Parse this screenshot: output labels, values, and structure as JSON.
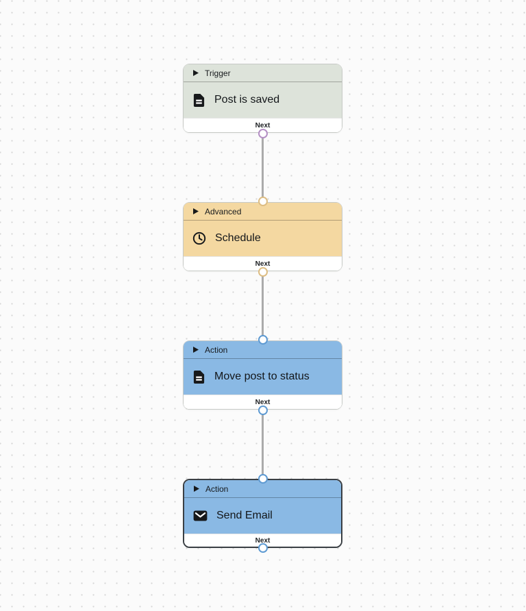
{
  "canvas": {
    "background_color": "#fbfbfb",
    "dot_color": "#d6d6d6",
    "edge_color": "#ababab"
  },
  "edges": [
    {
      "from": "Post is saved",
      "to": "Schedule",
      "color": "#ababab"
    },
    {
      "from": "Schedule",
      "to": "Move post to status",
      "color": "#ababab"
    },
    {
      "from": "Move post to status",
      "to": "Send Email",
      "color": "#ababab"
    }
  ],
  "nodes": [
    {
      "type_label": "Trigger",
      "title": "Post is saved",
      "icon": "document-icon",
      "collapse_icon": "triangle-right-icon",
      "footer_label": "Next",
      "selected": false,
      "has_input_port": false,
      "has_output_port": true,
      "colors": {
        "fill": "#dde3da",
        "port": "#b48fc4"
      }
    },
    {
      "type_label": "Advanced",
      "title": "Schedule",
      "icon": "clock-icon",
      "collapse_icon": "triangle-right-icon",
      "footer_label": "Next",
      "selected": false,
      "has_input_port": true,
      "has_output_port": true,
      "colors": {
        "fill": "#f4d8a1",
        "port": "#ddbd83"
      }
    },
    {
      "type_label": "Action",
      "title": "Move post to status",
      "icon": "document-icon",
      "collapse_icon": "triangle-right-icon",
      "footer_label": "Next",
      "selected": false,
      "has_input_port": true,
      "has_output_port": true,
      "colors": {
        "fill": "#8ab9e4",
        "port": "#5e9ad2"
      }
    },
    {
      "type_label": "Action",
      "title": "Send Email",
      "icon": "envelope-icon",
      "collapse_icon": "triangle-right-icon",
      "footer_label": "Next",
      "selected": true,
      "has_input_port": true,
      "has_output_port": true,
      "colors": {
        "fill": "#8ab9e4",
        "port": "#5e9ad2"
      }
    }
  ]
}
